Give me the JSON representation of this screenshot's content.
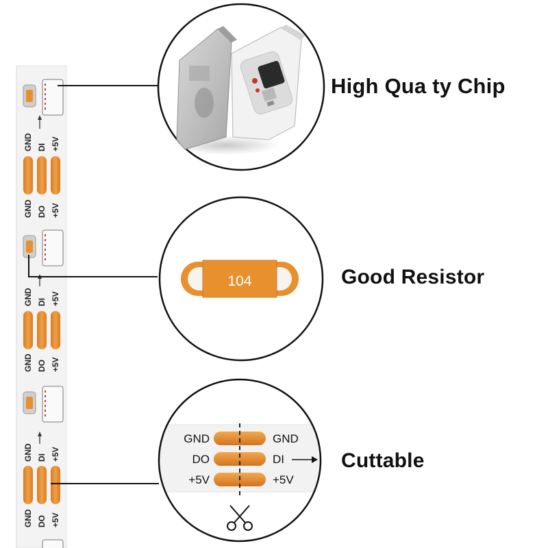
{
  "labels": {
    "chip": "High Qua  ty Chip",
    "resistor": "Good Resistor",
    "cuttable": "Cuttable"
  },
  "strip": {
    "sections": [
      {
        "top": "GND",
        "middle": "DI",
        "bottom": "+5V"
      },
      {
        "top": "GND",
        "middle": "DO",
        "bottom": "+5V"
      },
      {
        "top": "GND",
        "middle": "DI",
        "bottom": "+5V"
      },
      {
        "top": "GND",
        "middle": "DO",
        "bottom": "+5V"
      },
      {
        "top": "GND",
        "middle": "DI",
        "bottom": "+5V"
      },
      {
        "top": "GND",
        "middle": "DO",
        "bottom": "+5V"
      }
    ]
  },
  "resistor_code": "104",
  "cut_detail": {
    "left": [
      "GND",
      "DO",
      "+5V"
    ],
    "right": [
      "GND",
      "DI",
      "+5V"
    ]
  },
  "colors": {
    "pad": "#e8902e",
    "pad_dark": "#c8731c",
    "strip": "#f2f2f2",
    "chip_body": "#eeeeee"
  }
}
